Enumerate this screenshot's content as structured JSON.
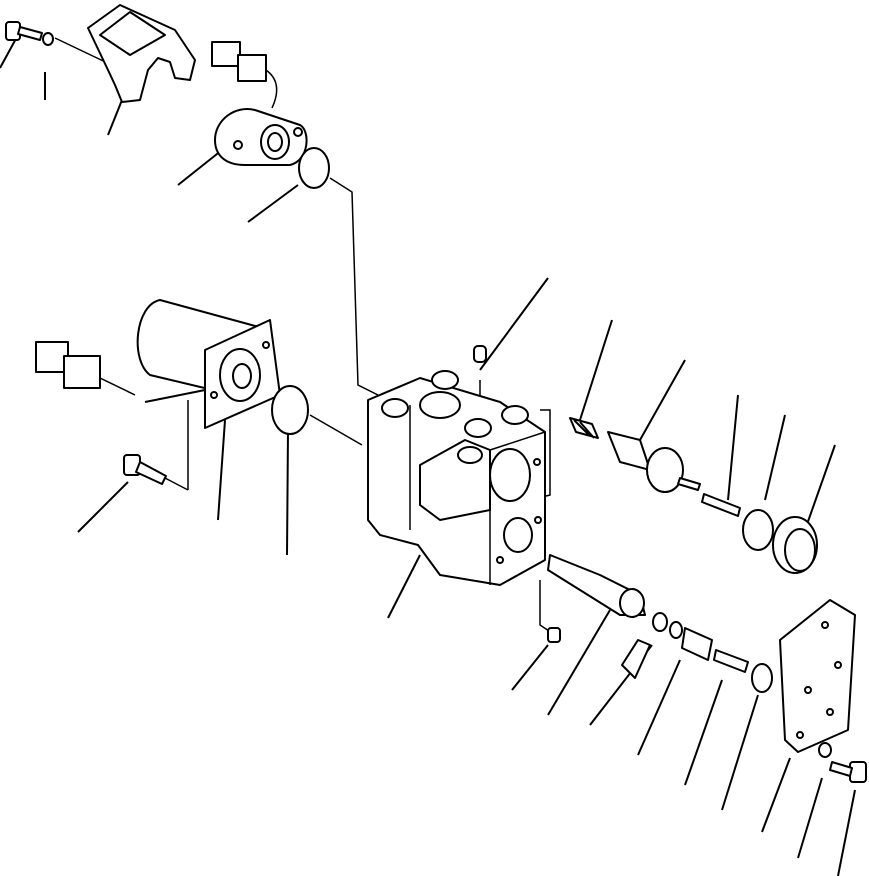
{
  "diagram": {
    "type": "exploded-parts-view",
    "line_color": "#000000",
    "background_color": "#ffffff",
    "parts": [
      "bolt",
      "washer",
      "bracket",
      "solenoid-valve",
      "o-ring",
      "connector",
      "solenoid",
      "valve-body",
      "breather",
      "spring",
      "spool",
      "plug",
      "plug-small",
      "spool-2",
      "shim",
      "spring-2",
      "pin",
      "cover",
      "washer-2",
      "bolt-2"
    ]
  }
}
